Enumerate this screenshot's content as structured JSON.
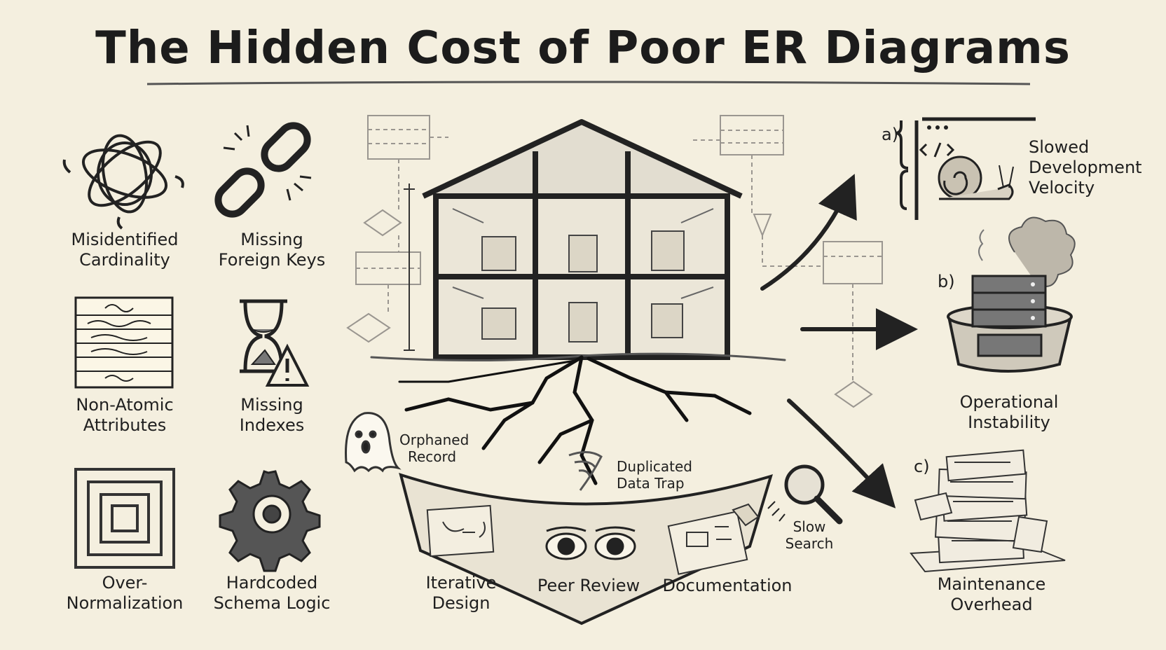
{
  "title": "The Hidden Cost of Poor ER Diagrams",
  "left_issues": [
    {
      "label_line1": "Misidentified",
      "label_line2": "Cardinality",
      "icon": "tangle-icon"
    },
    {
      "label_line1": "Missing",
      "label_line2": "Foreign Keys",
      "icon": "broken-chain-icon"
    },
    {
      "label_line1": "Non-Atomic",
      "label_line2": "Attributes",
      "icon": "cluttered-table-icon"
    },
    {
      "label_line1": "Missing",
      "label_line2": "Indexes",
      "icon": "hourglass-warning-icon"
    },
    {
      "label_line1": "Over-",
      "label_line2": "Normalization",
      "icon": "nested-squares-icon"
    },
    {
      "label_line1": "Hardcoded",
      "label_line2": "Schema Logic",
      "icon": "gear-icon"
    }
  ],
  "center": {
    "orphaned_line1": "Orphaned",
    "orphaned_line2": "Record",
    "duplicated_line1": "Duplicated",
    "duplicated_line2": "Data Trap",
    "slow_line1": "Slow",
    "slow_line2": "Search",
    "foundation": {
      "iterative_line1": "Iterative",
      "iterative_line2": "Design",
      "peer_review": "Peer Review",
      "documentation": "Documentation"
    }
  },
  "consequences": {
    "a": {
      "marker": "a)",
      "line1": "Slowed",
      "line2": "Development",
      "line3": "Velocity",
      "icon": "code-window-snail-icon"
    },
    "b": {
      "marker": "b)",
      "line1": "Operational",
      "line2": "Instability",
      "icon": "smoking-server-icon"
    },
    "c": {
      "marker": "c)",
      "line1": "Maintenance",
      "line2": "Overhead",
      "icon": "paper-stack-icon"
    }
  },
  "colors": {
    "background": "#f4efdf",
    "ink": "#1f1f1f"
  }
}
